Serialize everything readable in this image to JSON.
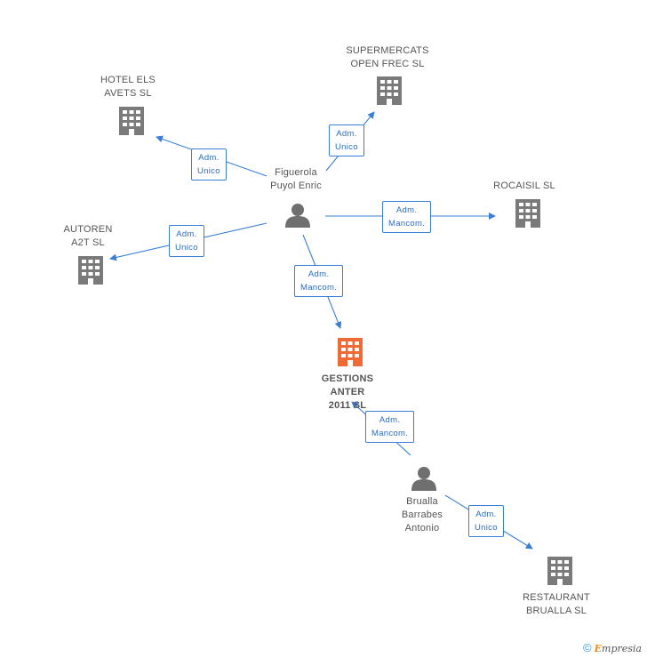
{
  "nodes": {
    "hotel": "HOTEL ELS\nAVETS SL",
    "supermercats": "SUPERMERCATS\nOPEN FREC  SL",
    "rocaisil": "ROCAISIL SL",
    "autoren": "AUTOREN\nA2T SL",
    "figuerola": "Figuerola\nPuyol Enric",
    "gestions": "GESTIONS\nANTER\n2011 SL",
    "brualla": "Brualla\nBarrabes\nAntonio",
    "restaurant": "RESTAURANT\nBRUALLA SL"
  },
  "edges": {
    "hotel": "Adm.\nUnico",
    "supermercats": "Adm.\nUnico",
    "rocaisil": "Adm.\nMancom.",
    "autoren": "Adm.\nUnico",
    "gestions_fig": "Adm.\nMancom.",
    "gestions_bru": "Adm.\nMancom.",
    "restaurant": "Adm.\nUnico"
  },
  "colors": {
    "company": "#7a7a7a",
    "focus_company": "#f06a35",
    "person": "#6f6f6f",
    "edge": "#3a7fd5"
  },
  "footer": {
    "copyright": "©",
    "brand_initial": "E",
    "brand_rest": "mpresia"
  }
}
